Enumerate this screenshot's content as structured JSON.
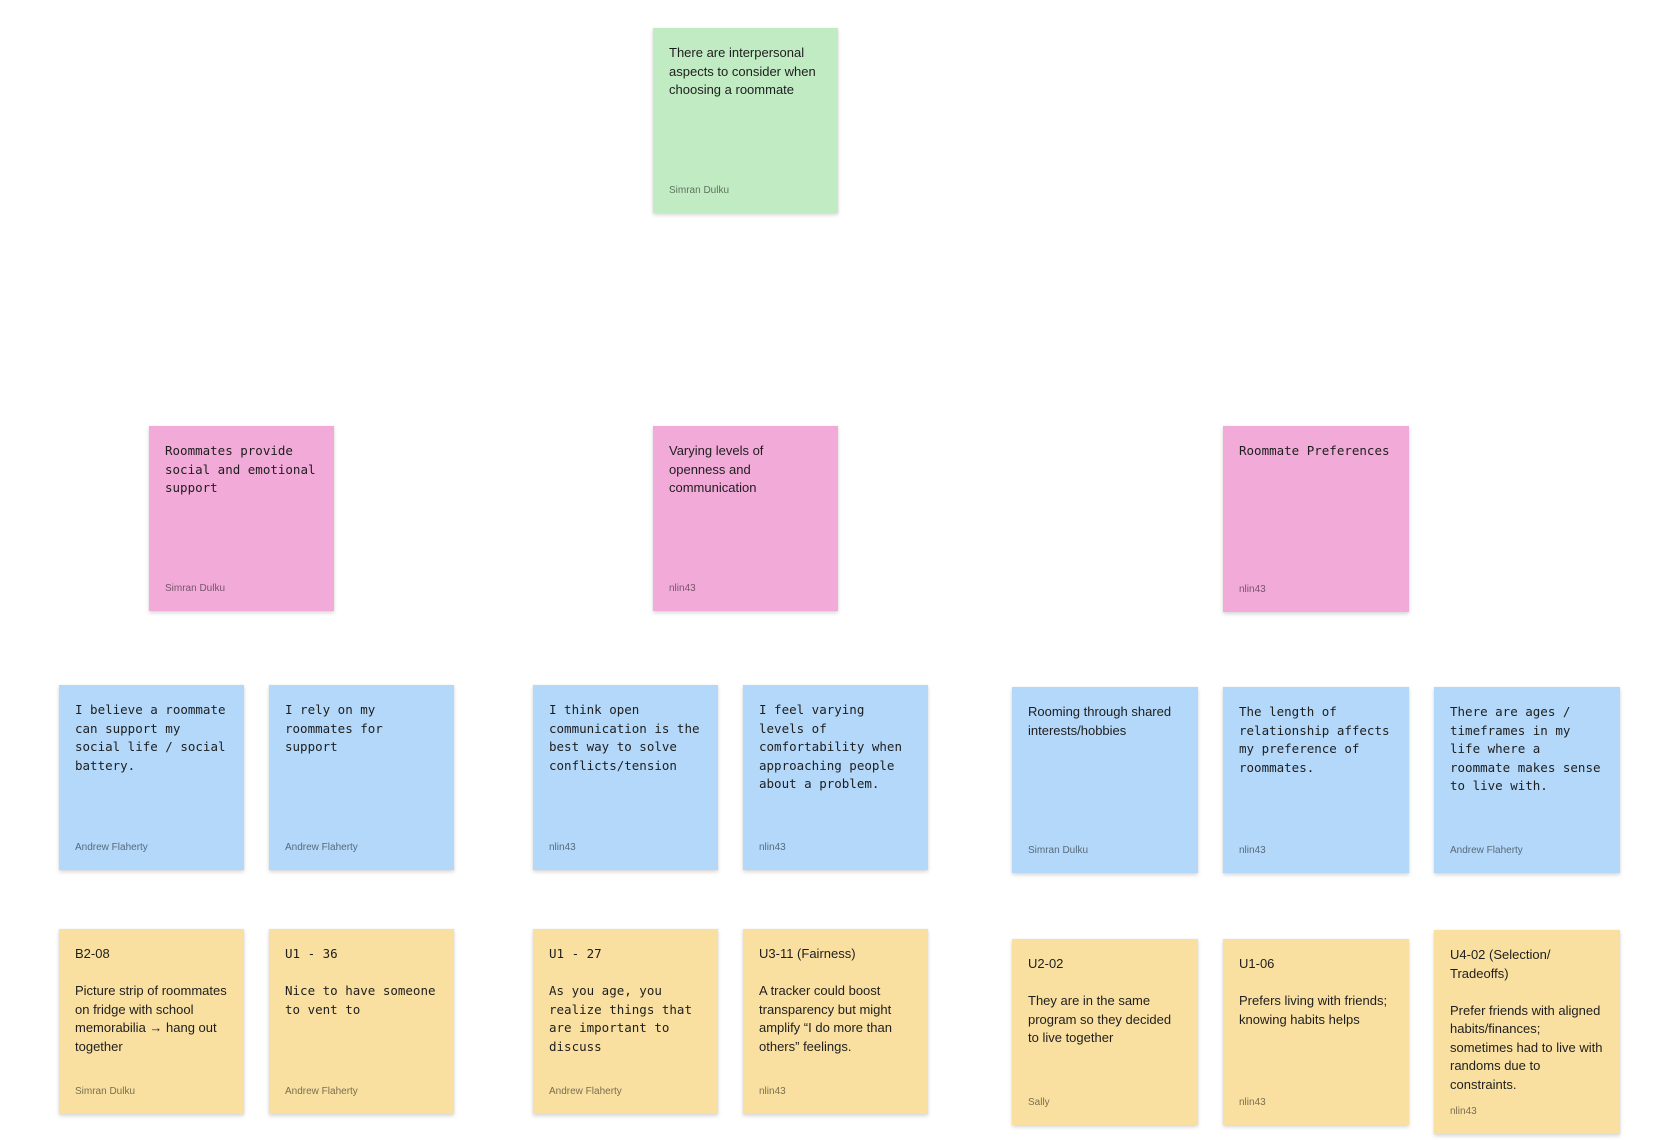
{
  "colors": {
    "green": "#c1ebc3",
    "pink": "#f2abd9",
    "blue": "#b3d8fa",
    "yellow": "#f9e0a1"
  },
  "notes": {
    "theme": {
      "text": "There are interpersonal aspects to consider when choosing a roommate",
      "author": "Simran Dulku"
    },
    "cluster_support": {
      "text": "Roommates provide social and emotional support",
      "author": "Simran Dulku"
    },
    "cluster_openness": {
      "text": "Varying levels of openness and communication",
      "author": "nlin43"
    },
    "cluster_preferences": {
      "text": "Roommate Preferences",
      "author": "nlin43"
    },
    "insight_social_battery": {
      "text": "I believe a roommate can support my social life / social battery.",
      "author": "Andrew Flaherty"
    },
    "insight_rely_support": {
      "text": "I rely on my roommates for support",
      "author": "Andrew Flaherty"
    },
    "insight_open_communication": {
      "text": "I think open communication is the best way to solve conflicts/tension",
      "author": "nlin43"
    },
    "insight_comfortability": {
      "text": "I feel varying levels of comfortability when approaching people about a problem.",
      "author": "nlin43"
    },
    "insight_shared_interests": {
      "text": "Rooming through shared interests/hobbies",
      "author": "Simran Dulku"
    },
    "insight_relationship_length": {
      "text": "The length of relationship affects my preference of roommates.",
      "author": "nlin43"
    },
    "insight_ages_timeframes": {
      "text": "There are ages / timeframes in my life where a roommate makes sense to live with.",
      "author": "Andrew Flaherty"
    },
    "obs_b2_08": {
      "text": "B2-08\n\nPicture strip of roommates on fridge with school memorabilia → hang out together",
      "author": "Simran Dulku"
    },
    "obs_u1_36": {
      "text": " U1 - 36\n\nNice to have someone to vent to",
      "author": "Andrew Flaherty"
    },
    "obs_u1_27": {
      "text": " U1 - 27\n\nAs you age, you realize things that are important to discuss",
      "author": "Andrew Flaherty"
    },
    "obs_u3_11": {
      "text": "U3-11 (Fairness)\n\nA tracker could boost transparency but might amplify “I do more than others” feelings.",
      "author": "nlin43"
    },
    "obs_u2_02": {
      "text": "U2-02\n\nThey are in the same program so they decided to live together",
      "author": "Sally"
    },
    "obs_u1_06": {
      "text": "U1-06\n\nPrefers living with friends; knowing habits helps",
      "author": "nlin43"
    },
    "obs_u4_02": {
      "text": "U4-02 (Selection/ Tradeoffs)\n\nPrefer friends with aligned habits/finances; sometimes had to live with randoms due to constraints.",
      "author": "nlin43"
    }
  }
}
